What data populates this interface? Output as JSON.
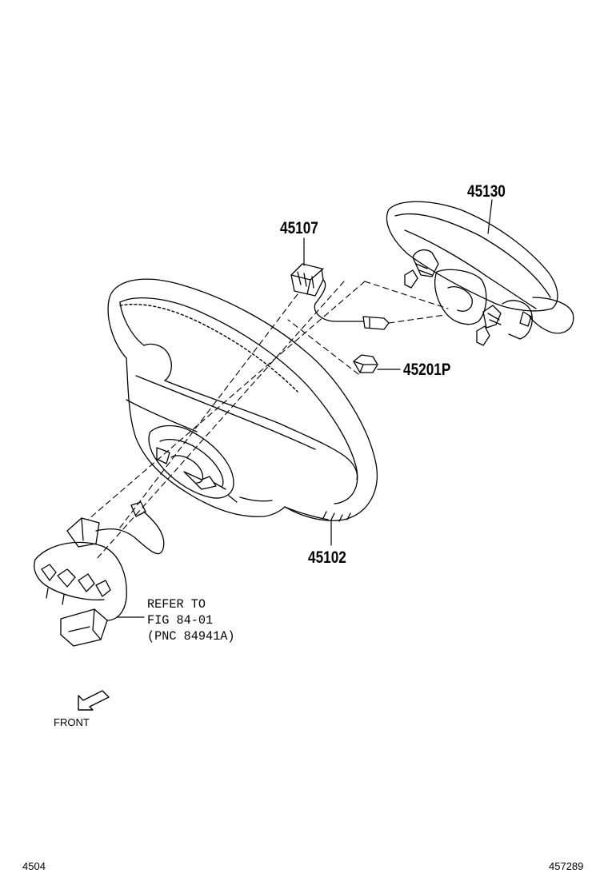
{
  "parts": {
    "airbag": "45130",
    "horn_wire": "45107",
    "nut": "45201P",
    "wheel": "45102"
  },
  "refer_note": {
    "line1": "REFER TO",
    "line2": "FIG 84-01",
    "line3": "(PNC 84941A)"
  },
  "front_label": "FRONT",
  "footer": {
    "left": "4504",
    "right": "457289"
  }
}
